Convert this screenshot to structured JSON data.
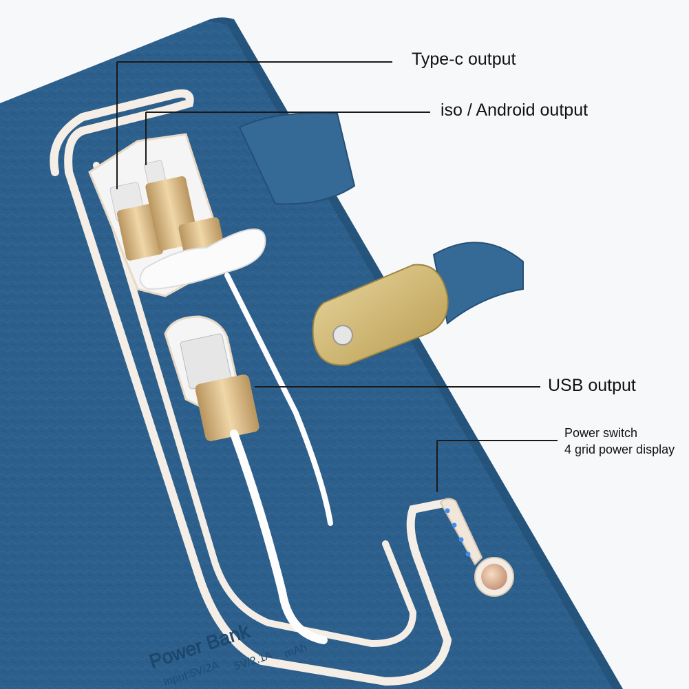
{
  "callouts": {
    "type_c": "Type-c output",
    "ios_android": "iso / Android output",
    "usb": "USB output",
    "power_switch": "Power switch",
    "power_display": "4 grid power display"
  },
  "imprint": {
    "brand": "Power Bank",
    "line1": "Input:5V/2A",
    "line2": "5V/2.1A",
    "line3": "mAh"
  },
  "colors": {
    "leather": "#2c5f8b",
    "leather_dark": "#244f76",
    "gold": "#d9b98b",
    "clasp": "#cdb56d",
    "background": "#f7f8fa",
    "led": "#3f8cf0"
  },
  "power_display": {
    "grid_count": 4
  },
  "icons": [
    "type-c-connector-icon",
    "lightning-connector-icon",
    "usb-connector-icon",
    "power-button-icon"
  ]
}
